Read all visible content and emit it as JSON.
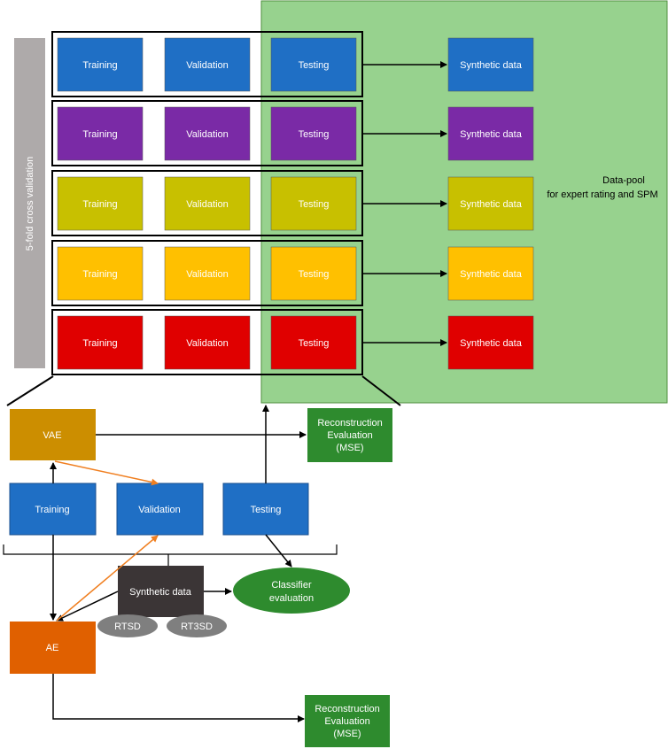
{
  "side_label": "5-fold cross validation",
  "data_pool": {
    "line1": "Data-pool",
    "line2": "for expert rating and SPM"
  },
  "folds": [
    {
      "training": "Training",
      "validation": "Validation",
      "testing": "Testing",
      "synthetic": "Synthetic data",
      "color": "#1f6fc5"
    },
    {
      "training": "Training",
      "validation": "Validation",
      "testing": "Testing",
      "synthetic": "Synthetic data",
      "color": "#7a2aa6"
    },
    {
      "training": "Training",
      "validation": "Validation",
      "testing": "Testing",
      "synthetic": "Synthetic data",
      "color": "#c8c000"
    },
    {
      "training": "Training",
      "validation": "Validation",
      "testing": "Testing",
      "synthetic": "Synthetic data",
      "color": "#ffc000"
    },
    {
      "training": "Training",
      "validation": "Validation",
      "testing": "Testing",
      "synthetic": "Synthetic data",
      "color": "#e00000"
    }
  ],
  "detail": {
    "vae": "VAE",
    "ae": "AE",
    "training": "Training",
    "validation": "Validation",
    "testing": "Testing",
    "synthetic": "Synthetic data",
    "rtsd": "RTSD",
    "rt3sd": "RT3SD",
    "classifier_line1": "Classifier",
    "classifier_line2": "evaluation",
    "recon_top": {
      "line1": "Reconstruction",
      "line2": "Evaluation",
      "line3": "(MSE)"
    },
    "recon_bottom": {
      "line1": "Reconstruction",
      "line2": "Evaluation",
      "line3": "(MSE)"
    }
  },
  "colors": {
    "pool": "#97d28e",
    "blue": "#1f6fc5",
    "vae": "#cc8e00",
    "ae": "#e06000",
    "green": "#2e8b2e",
    "synthetic_dark": "#3b3536",
    "grey_pill": "#7f7f7f",
    "side_bar": "#aeaaaa",
    "orange_arrow": "#f07f20"
  }
}
